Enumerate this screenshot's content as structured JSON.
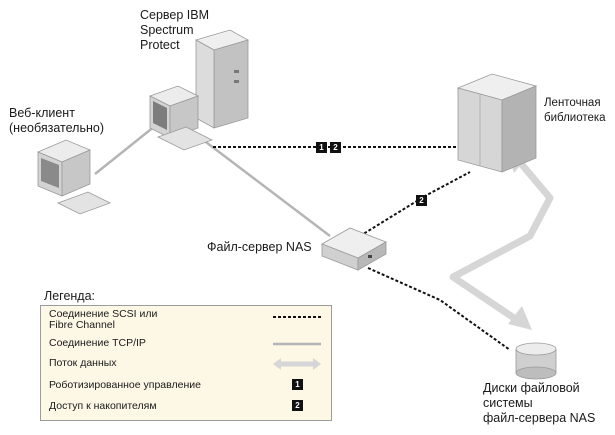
{
  "labels": {
    "server": "Сервер IBM\nSpectrum\nProtect",
    "web_client": "Веб-клиент\n(необязательно)",
    "tape_library": "Ленточная\nбиблиотека",
    "nas_server": "Файл-сервер NAS",
    "nas_disks": "Диски файловой\nсистемы\nфайл-сервера NAS"
  },
  "badges": {
    "robotic": "1",
    "drive": "2"
  },
  "legend": {
    "title": "Легенда:",
    "scsi": "Соединение SCSI или\nFibre Channel",
    "tcpip": "Соединение TCP/IP",
    "data_flow": "Поток данных",
    "robotic_control": "Роботизированное управление",
    "drive_access": "Доступ к накопителям"
  },
  "colors": {
    "hardware": "#d8d8d8",
    "hardware_dark": "#a9a9a9",
    "tcpip_line": "#b5b5b5",
    "data_flow": "#d6d6d6",
    "scsi_line": "#111111",
    "legend_bg": "#fdf7e6"
  }
}
